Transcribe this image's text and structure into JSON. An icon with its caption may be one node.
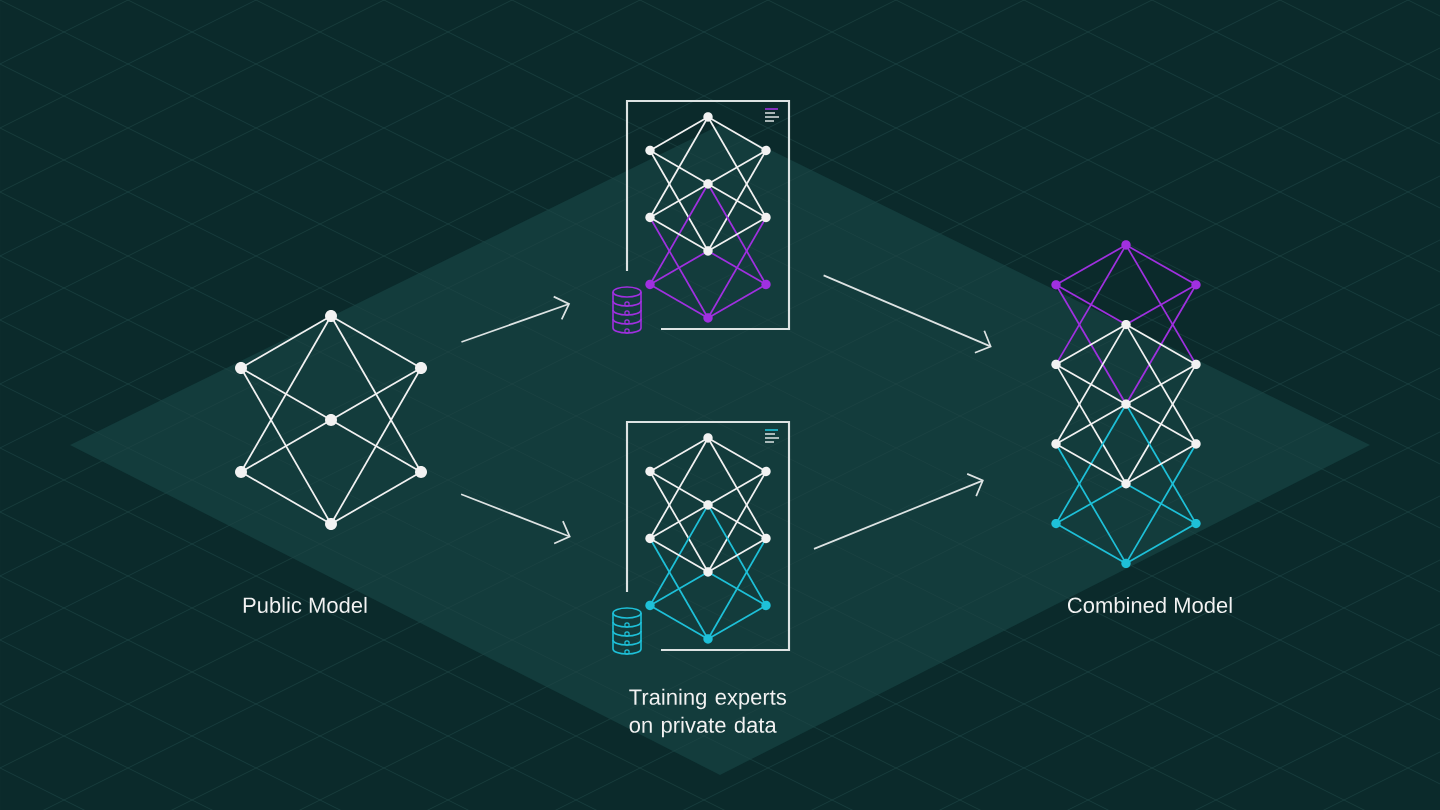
{
  "diagram": {
    "nodes": [
      {
        "text": [],
        "shape": "picture",
        "beside": [
          "Public Model"
        ]
      },
      {
        "text": [],
        "shape": "box"
      },
      {
        "text": [],
        "shape": "box"
      },
      {
        "text": [],
        "shape": "picture",
        "beside": [
          "Combined Model"
        ]
      }
    ],
    "edges": [
      {
        "from": 0,
        "to": 1,
        "arrow": "to"
      },
      {
        "from": 0,
        "to": 2,
        "arrow": "to"
      },
      {
        "from": 1,
        "to": 3,
        "arrow": "to"
      },
      {
        "from": 2,
        "to": 3,
        "arrow": "to"
      }
    ],
    "labels": [
      "Training experts on private data"
    ]
  }
}
